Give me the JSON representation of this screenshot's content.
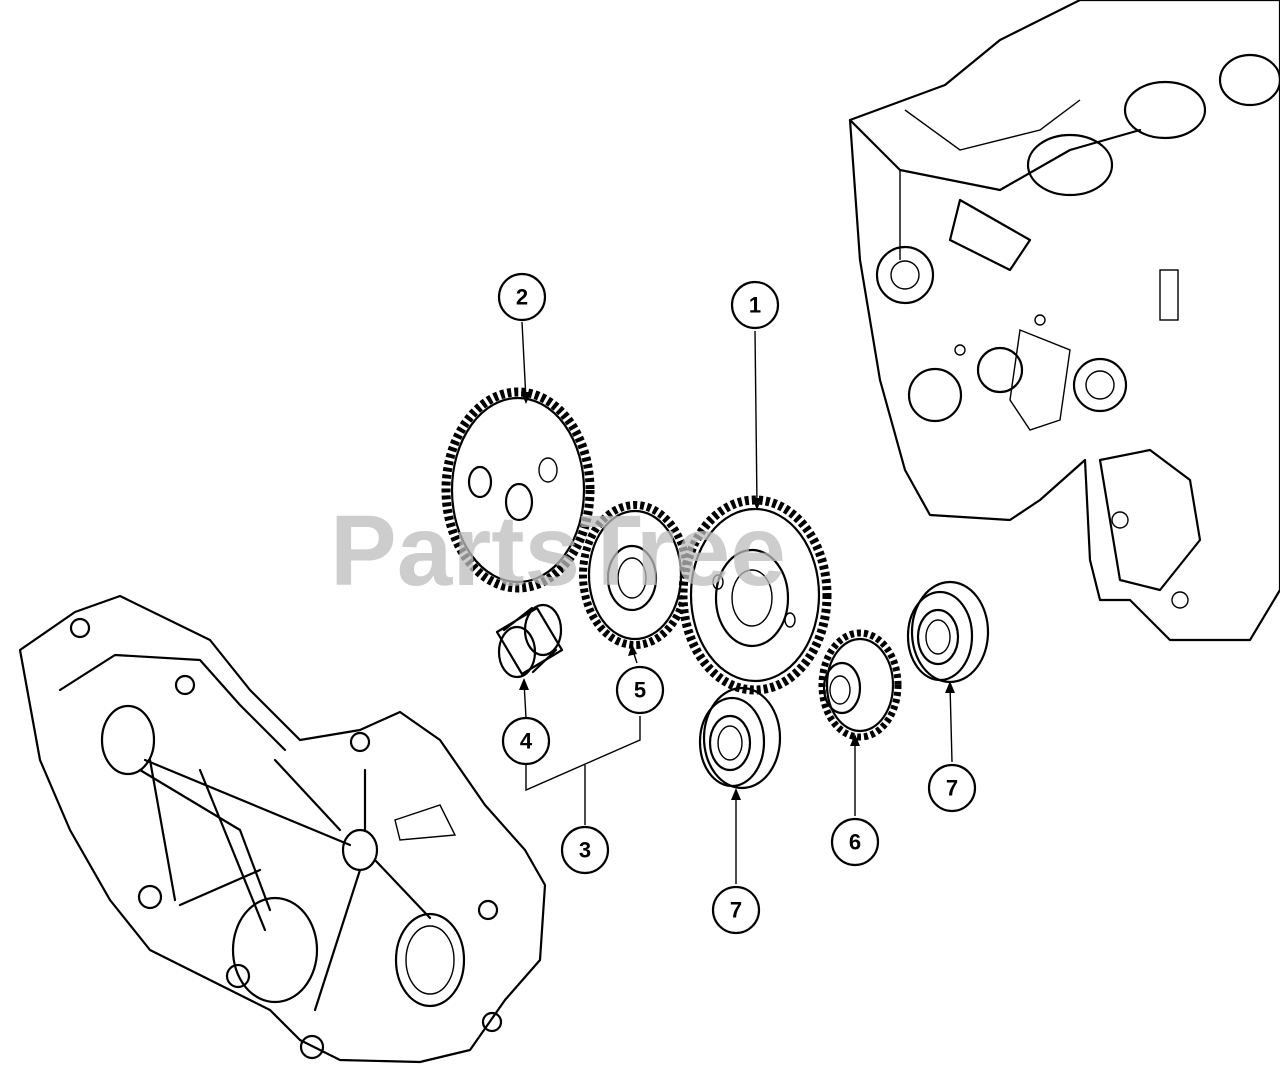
{
  "watermark": "PartsTree",
  "callouts": [
    {
      "id": "c1",
      "label": "1"
    },
    {
      "id": "c2",
      "label": "2"
    },
    {
      "id": "c3",
      "label": "3"
    },
    {
      "id": "c4",
      "label": "4"
    },
    {
      "id": "c5",
      "label": "5"
    },
    {
      "id": "c6",
      "label": "6"
    },
    {
      "id": "c7a",
      "label": "7"
    },
    {
      "id": "c7b",
      "label": "7"
    }
  ],
  "colors": {
    "ink": "#000000",
    "watermark": "#bdbdbd",
    "background": "#ffffff"
  }
}
